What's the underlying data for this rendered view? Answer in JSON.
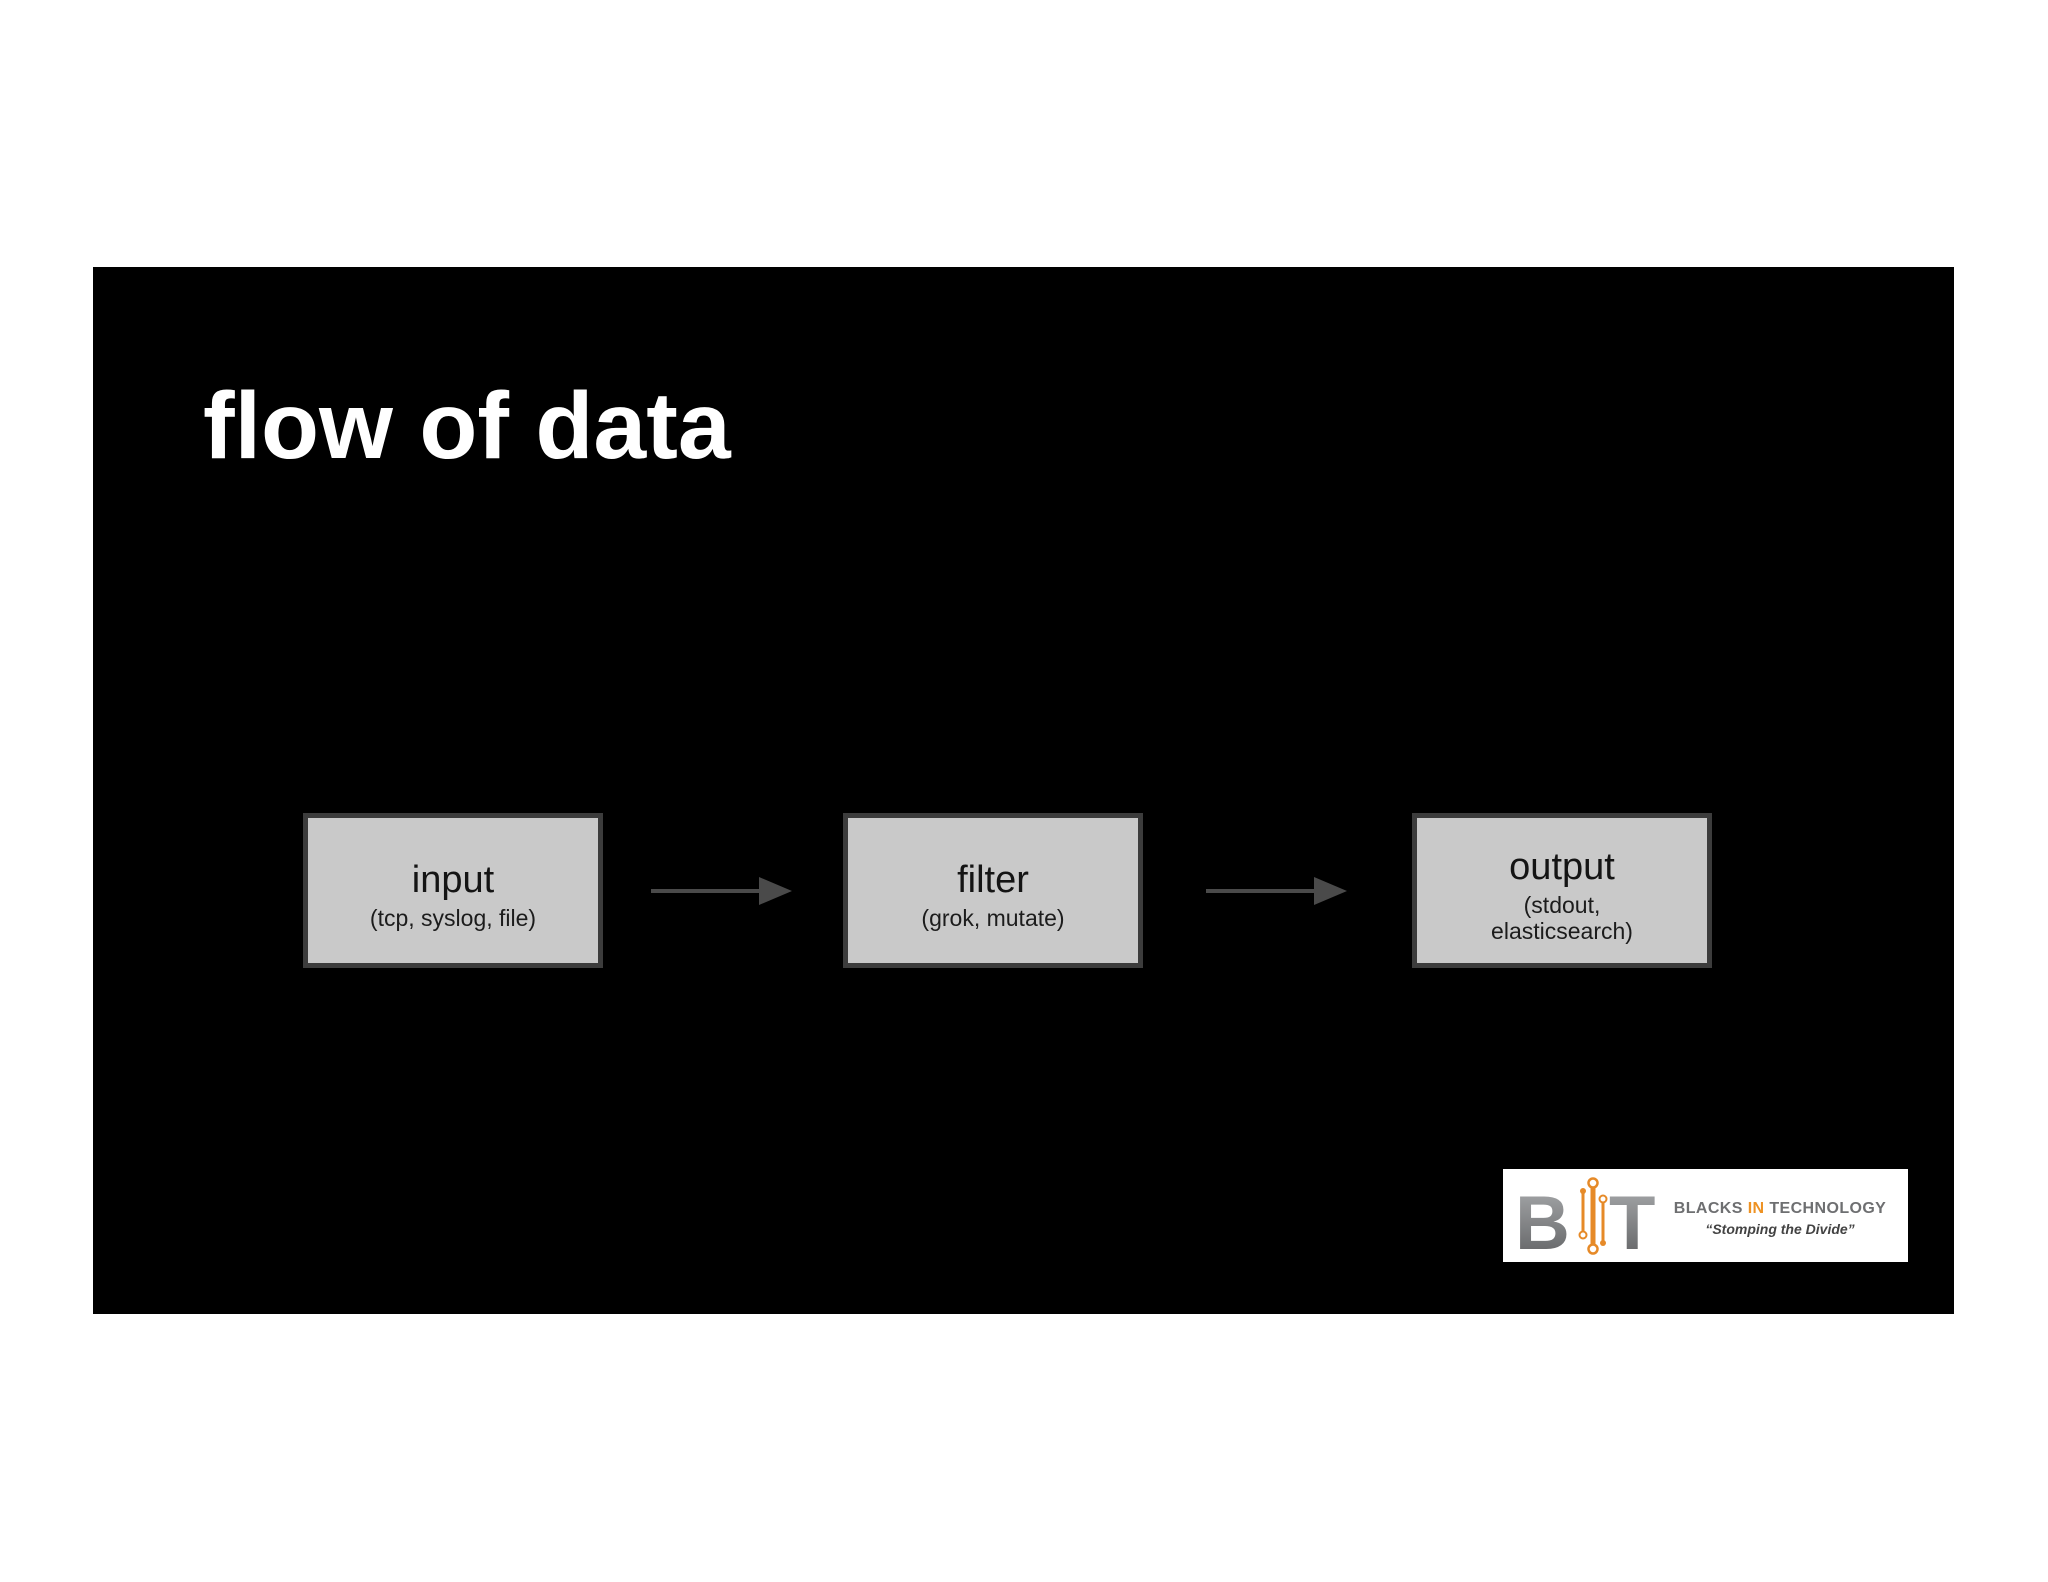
{
  "slide": {
    "title": "flow of data",
    "nodes": [
      {
        "id": "input",
        "label": "input",
        "sublabel": "(tcp, syslog, file)"
      },
      {
        "id": "filter",
        "label": "filter",
        "sublabel": "(grok, mutate)"
      },
      {
        "id": "output",
        "label": "output",
        "sublabel": "(stdout, elasticsearch)"
      }
    ],
    "edges": [
      {
        "from": "input",
        "to": "filter"
      },
      {
        "from": "filter",
        "to": "output"
      }
    ],
    "colors": {
      "page_background": "#ffffff",
      "slide_background": "#000000",
      "title_text": "#ffffff",
      "node_fill": "#c9c9c9",
      "node_border": "#3c3c3c",
      "node_text": "#141414",
      "arrow": "#4a4a4a"
    }
  },
  "logo": {
    "mark": {
      "letter_b": "B",
      "letter_t": "T"
    },
    "name": {
      "part1": "BLACKS",
      "part2": "IN",
      "part3": "TECHNOLOGY"
    },
    "tagline": "“Stomping the Divide”",
    "colors": {
      "background": "#ffffff",
      "letters_gray_top": "#aaacae",
      "letters_gray_bottom": "#5c5d5f",
      "circuit_orange": "#e68a28",
      "name_gray": "#6e6f71",
      "in_orange": "#ee9223",
      "tagline_gray": "#434343"
    }
  }
}
